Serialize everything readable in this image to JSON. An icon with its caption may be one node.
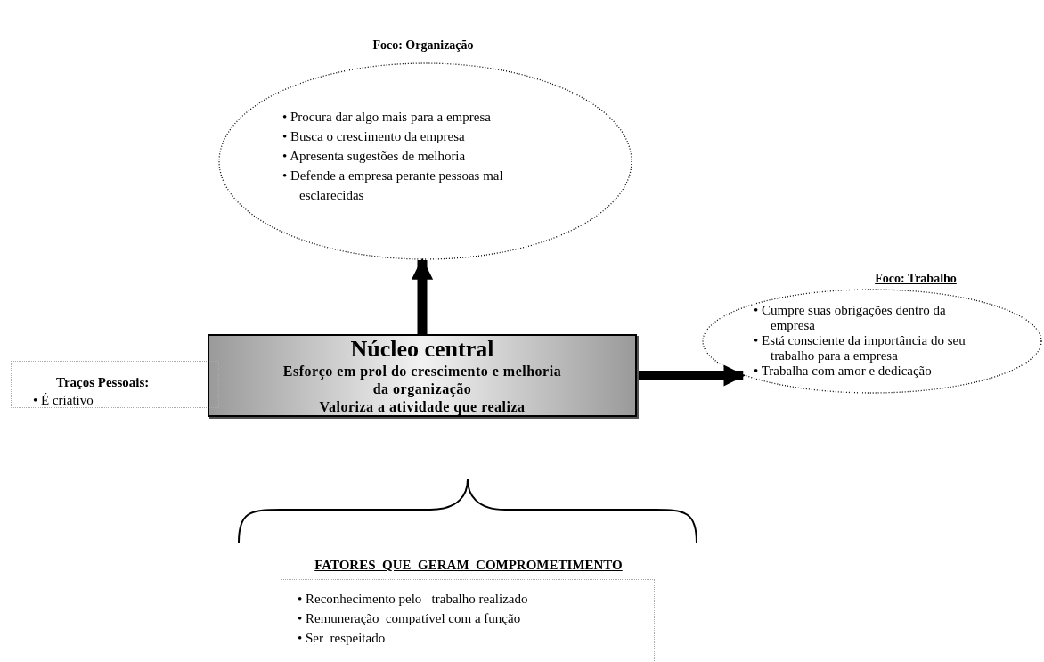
{
  "diagram": {
    "nodes": [
      {
        "text": [
          "Núcleo central",
          "Esforço em prol do crescimento  e melhoria da organização",
          "Valoriza a atividade que realiza"
        ]
      },
      {
        "text": [
          "Foco: Organização",
          "• Procura dar algo mais para a empresa",
          "• Busca o crescimento da empresa",
          "• Apresenta sugestões de melhoria",
          "• Defende a empresa perante pessoas mal  esclarecidas"
        ]
      },
      {
        "text": [
          "Foco: Trabalho",
          "• Cumpre suas obrigações dentro da empresa",
          "• Está consciente da importância do seu trabalho para a empresa",
          "• Trabalha com amor e dedicação"
        ]
      },
      {
        "text": [
          "Traços Pessoais:",
          "• É criativo"
        ]
      },
      {
        "text": [
          "FATORES  QUE  GERAM  COMPROMETIMENTO",
          "• Reconhecimento pelo   trabalho realizado",
          "• Remuneração  compatível com a função",
          "• Ser  respeitado"
        ]
      }
    ],
    "edges": [
      {
        "from": 0,
        "to": 1,
        "arrow": "to"
      },
      {
        "from": 0,
        "to": 2,
        "arrow": "to"
      }
    ]
  }
}
